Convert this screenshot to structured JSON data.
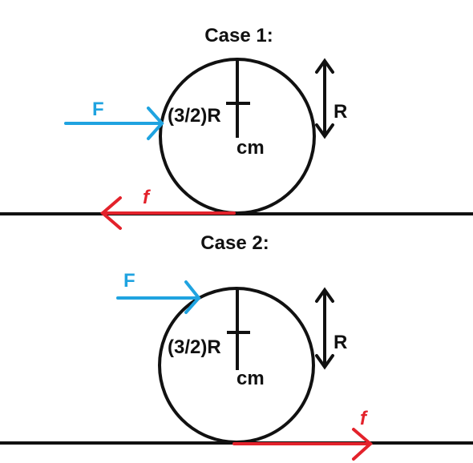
{
  "colors": {
    "ink": "#111111",
    "applied_force": "#1fa3e0",
    "friction": "#e3222b",
    "background": "#ffffff"
  },
  "cases": [
    {
      "title": "Case 1:",
      "force_label": "F",
      "height_label": "(3/2)R",
      "cm_label": "cm",
      "radius_label": "R",
      "friction_label": "f",
      "friction_direction": "left"
    },
    {
      "title": "Case 2:",
      "force_label": "F",
      "height_label": "(3/2)R",
      "cm_label": "cm",
      "radius_label": "R",
      "friction_label": "f",
      "friction_direction": "right"
    }
  ]
}
